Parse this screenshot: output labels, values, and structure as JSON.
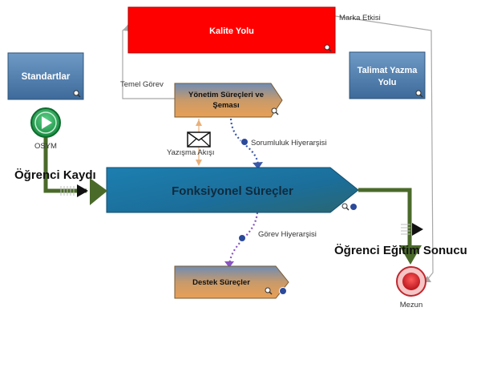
{
  "nodes": {
    "kalite": "Kalite Yolu",
    "standartlar": "Standartlar",
    "talimat_line1": "Talimat Yazma",
    "talimat_line2": "Yolu",
    "yonetim_line1": "Yönetim Süreçleri ve",
    "yonetim_line2": "Şeması",
    "fonksiyonel": "Fonksiyonel Süreçler",
    "destek": "Destek Süreçler",
    "osym": "OSYM",
    "mezun": "Mezun"
  },
  "edges": {
    "marka_etkisi": "Marka Etkisi",
    "temel_gorev": "Temel Görev",
    "yazisma_akisi": "Yazışma Akışı",
    "sorumluluk": "Sorumluluk Hiyerarşisi",
    "gorev_hiyerarsisi": "Görev Hiyerarşisi"
  },
  "flow": {
    "input": "Öğrenci Kaydı",
    "output": "Öğrenci Eğitim Sonucu"
  },
  "colors": {
    "kalite": "#ff0000",
    "blue_box": "#4a78a8",
    "fonksiyonel": "#1e6e9c",
    "fonksiyonel_dark": "#17587d",
    "orange": "#e0a060",
    "green_arrow": "#4a6a2a",
    "start_green": "#22a050",
    "end_red": "#d8202a",
    "link_blue": "#3a58a8",
    "link_purple": "#8a55c0"
  },
  "icons": [
    "start-event-icon",
    "end-event-icon",
    "envelope-icon",
    "zoom-icon",
    "link-badge-icon"
  ]
}
